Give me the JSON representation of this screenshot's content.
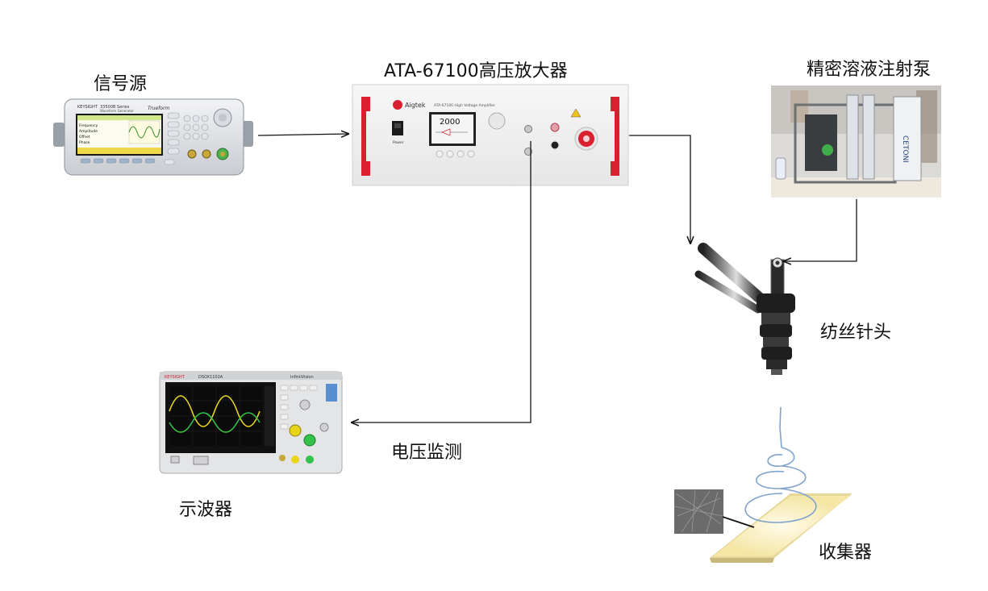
{
  "labels": {
    "signal_source": "信号源",
    "amplifier": "ATA-67100高压放大器",
    "syringe_pump": "精密溶液注射泵",
    "spinneret": "纺丝针头",
    "voltage_monitor": "电压监测",
    "oscilloscope": "示波器",
    "collector": "收集器"
  },
  "generator": {
    "brand": "KEYSIGHT",
    "model": "33500B Series",
    "subtitle": "Waveform Generator",
    "logo": "Trueform",
    "screen_lines": [
      "Frequency",
      "Amplitude",
      "Offset",
      "Phase"
    ]
  },
  "amplifier": {
    "brand": "Aigtek",
    "model_line": "ATA-67100 High Voltage Amplifier",
    "display_value": "2000",
    "power_label": "Power"
  },
  "scope": {
    "brand": "KEYSIGHT",
    "model": "DSOX1102A",
    "series": "InfiniiVision"
  },
  "pump": {
    "brand": "CETONI"
  },
  "colors": {
    "arrow": "#111111",
    "amp_handle": "#d8202f",
    "wave_yellow": "#e8d51a",
    "wave_green": "#33c24a",
    "fiber": "#7fa3cc",
    "collector": "#f5e6a6"
  }
}
